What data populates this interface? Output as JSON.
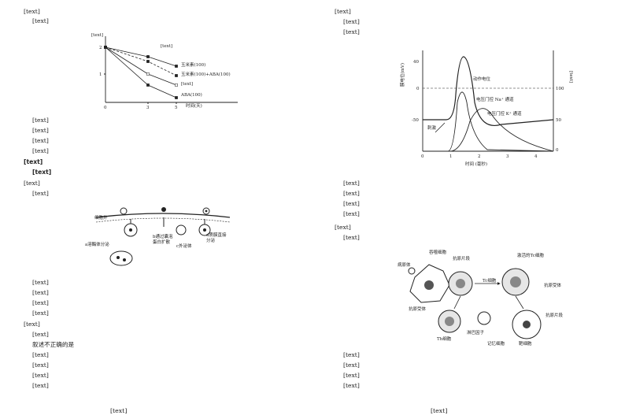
{
  "page5": {
    "q15": {
      "stem1": "[text]",
      "stem2": "[text]",
      "chart": {
        "ylabel": "[text]",
        "legend_title": "[text]",
        "xlabel": "时间(天)",
        "series": [
          "玉米素(100)",
          "玉米素(100)+ABA(100)",
          "[text]",
          "ABA(100)"
        ],
        "yticks": [
          "2",
          "1"
        ],
        "xticks": [
          "0",
          "3",
          "5"
        ]
      },
      "options": [
        "[text]",
        "[text]",
        "[text]",
        "[text]"
      ]
    },
    "section2": {
      "line1": "[text]",
      "line2": "[text]"
    },
    "q16": {
      "stem1": "[text]",
      "stem2": "[text]",
      "diagram": {
        "outside": "细胞外",
        "a": "a溶酶体分泌",
        "b": "b通过囊泡\n蛋白扩散",
        "c": "c外泌体",
        "d": "d质膜直接\n分泌"
      },
      "options": [
        "[text]",
        "[text]",
        "[text]",
        "[text]"
      ]
    },
    "q17": {
      "stem1": "[text]",
      "stem2": "[text]",
      "stem3": "叙述不正确的是",
      "options": [
        "[text]",
        "[text]",
        "[text]",
        "[text]"
      ]
    },
    "footer": "[text]"
  },
  "page6": {
    "q18": {
      "stem1": "[text]",
      "stem2": "[text]",
      "stem3": "[text]",
      "chart": {
        "ylabel": "膜电位(mV)",
        "y2label": "[text]",
        "xlabel": "时间 (毫秒)",
        "labels": [
          "动作电位",
          "电压门控 Na⁺ 通道",
          "电压门控 K⁺ 通道",
          "刺激"
        ],
        "yticks": [
          "40",
          "0",
          "-50"
        ],
        "y2ticks": [
          "100",
          "50",
          "0"
        ],
        "xticks": [
          "0",
          "1",
          "2",
          "3",
          "4"
        ]
      },
      "options": [
        "[text]",
        "[text]",
        "[text]",
        "[text]"
      ]
    },
    "q19": {
      "stem1": "[text]",
      "stem2": "[text]",
      "diagram": {
        "phagocyte": "吞噬细胞",
        "antigen": "抗原片段",
        "pathogen": "病原体",
        "receptor1": "抗原受体",
        "th": "Th细胞",
        "tc": "Tc细胞",
        "cytokine": "淋巴因子",
        "memory": "记忆细胞",
        "activated_tc": "激活的Tc细胞",
        "receptor2": "抗原受体",
        "antigen2": "抗原片段",
        "target": "靶细胞"
      },
      "options": [
        "[text]",
        "[text]",
        "[text]",
        "[text]"
      ]
    },
    "footer": "[text]"
  }
}
